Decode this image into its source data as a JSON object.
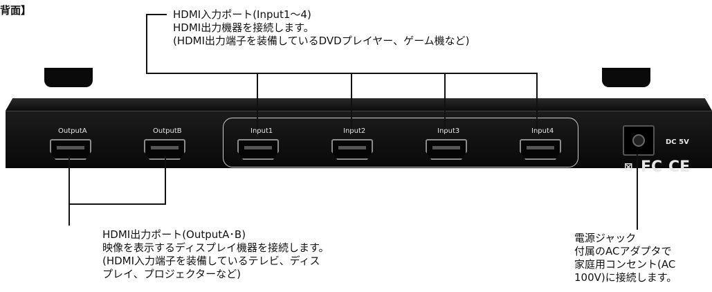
{
  "heading": "背面】",
  "callouts": {
    "inputs": {
      "line1": "HDMI入力ポート(Input1〜4)",
      "line2": "HDMI出力機器を接続します。",
      "line3": "(HDMI出力端子を装備しているDVDプレイヤー、ゲーム機など)"
    },
    "outputs": {
      "line1": "HDMI出力ポート(OutputA･B)",
      "line2": "映像を表示するディスプレイ機器を接続します。",
      "line3": "(HDMI入力端子を装備しているテレビ、ディス",
      "line4": "プレイ、プロジェクターなど)"
    },
    "power": {
      "line1": "電源ジャック",
      "line2": "付属のACアダプタで",
      "line3": "家庭用コンセント(AC",
      "line4": "100V)に接続します。"
    }
  },
  "device": {
    "ports": {
      "output_a": "OutputA",
      "output_b": "OutputB",
      "input1": "Input1",
      "input2": "Input2",
      "input3": "Input3",
      "input4": "Input4"
    },
    "dc_label": "DC 5V",
    "fc_mark": "FC",
    "ce_mark": "CE",
    "weee_mark": "⊠"
  }
}
